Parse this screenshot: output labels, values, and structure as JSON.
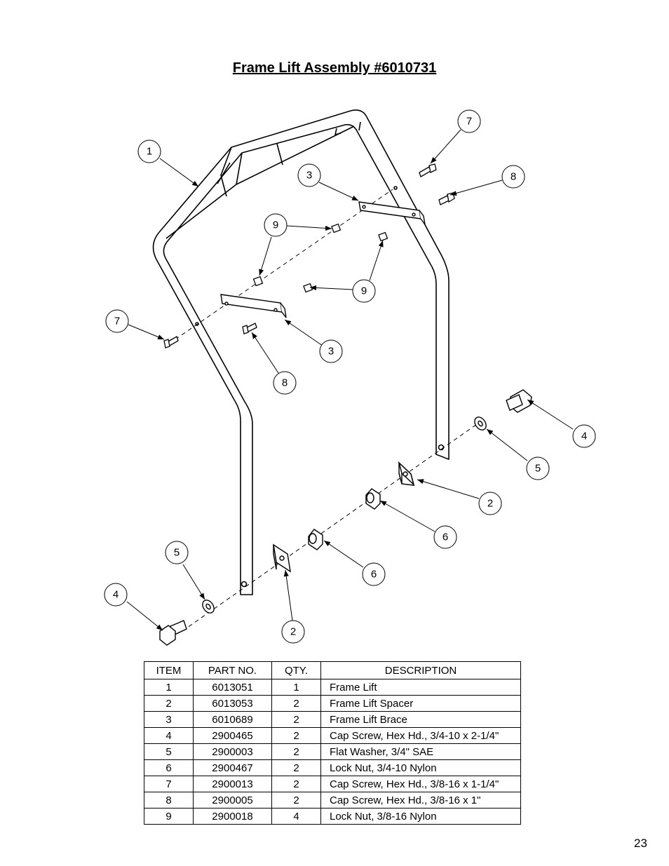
{
  "document": {
    "title": "Frame Lift Assembly #6010731",
    "page_number": "23"
  },
  "callouts": [
    "1",
    "7",
    "3",
    "8",
    "9",
    "9",
    "7",
    "3",
    "8",
    "4",
    "5",
    "2",
    "6",
    "6",
    "5",
    "4",
    "2"
  ],
  "table": {
    "headers": [
      "ITEM",
      "PART NO.",
      "QTY.",
      "DESCRIPTION"
    ],
    "rows": [
      {
        "item": "1",
        "part": "6013051",
        "qty": "1",
        "desc": "Frame Lift"
      },
      {
        "item": "2",
        "part": "6013053",
        "qty": "2",
        "desc": "Frame Lift Spacer"
      },
      {
        "item": "3",
        "part": "6010689",
        "qty": "2",
        "desc": "Frame Lift Brace"
      },
      {
        "item": "4",
        "part": "2900465",
        "qty": "2",
        "desc": "Cap Screw, Hex Hd., 3/4-10 x 2-1/4\""
      },
      {
        "item": "5",
        "part": "2900003",
        "qty": "2",
        "desc": "Flat Washer, 3/4\" SAE"
      },
      {
        "item": "6",
        "part": "2900467",
        "qty": "2",
        "desc": "Lock Nut, 3/4-10 Nylon"
      },
      {
        "item": "7",
        "part": "2900013",
        "qty": "2",
        "desc": "Cap Screw, Hex Hd., 3/8-16 x 1-1/4\""
      },
      {
        "item": "8",
        "part": "2900005",
        "qty": "2",
        "desc": "Cap Screw, Hex Hd., 3/8-16 x 1\""
      },
      {
        "item": "9",
        "part": "2900018",
        "qty": "4",
        "desc": "Lock Nut, 3/8-16 Nylon"
      }
    ]
  }
}
